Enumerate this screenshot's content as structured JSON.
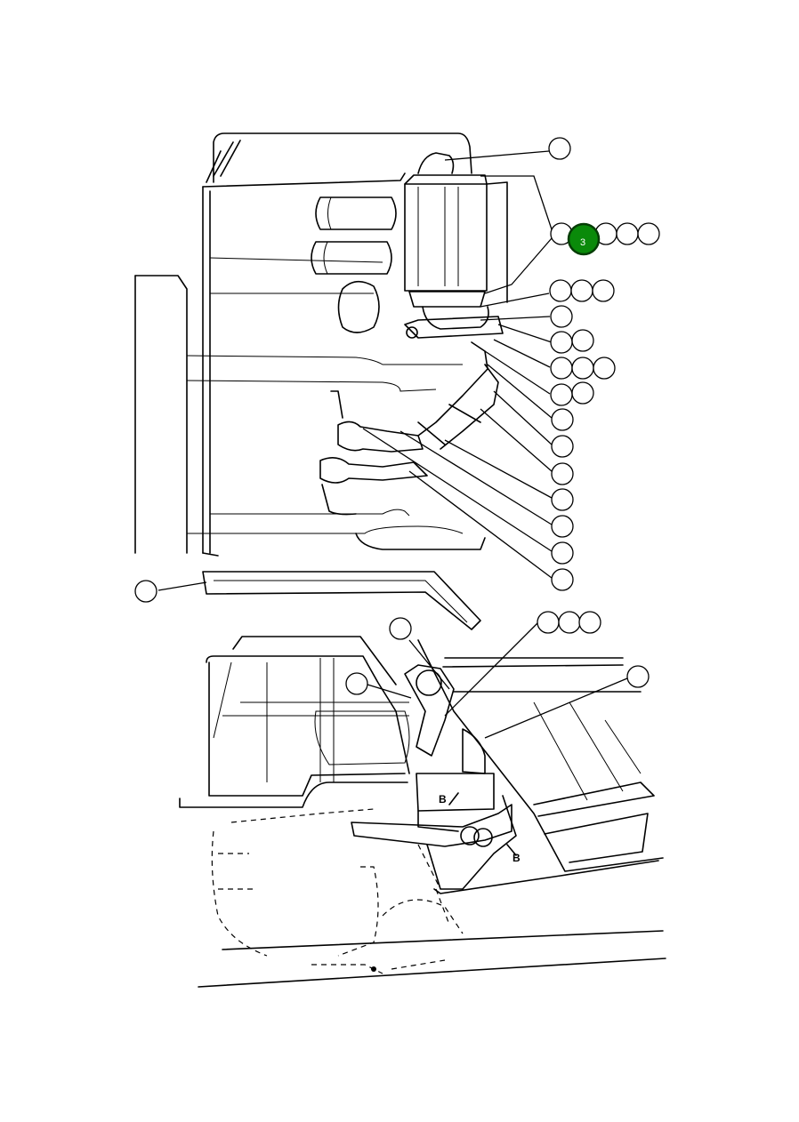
{
  "callouts": {
    "highlighted": {
      "label": "3",
      "color": "#0a8a0a"
    }
  },
  "view_labels": [
    "B",
    "B"
  ]
}
